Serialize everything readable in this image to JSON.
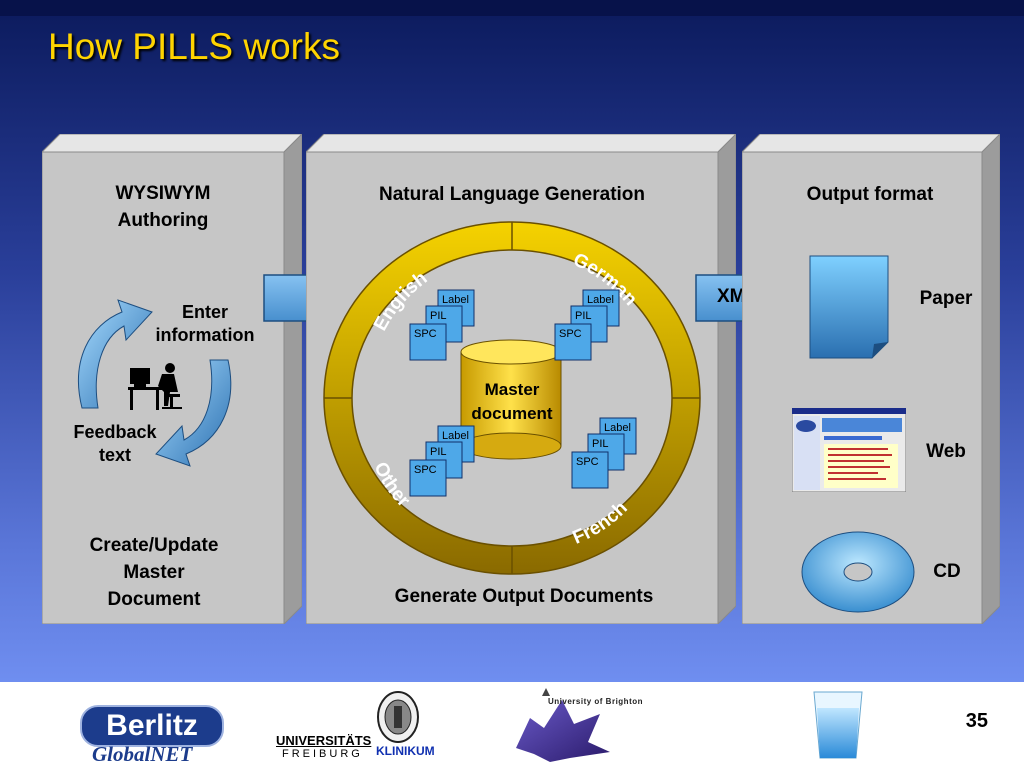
{
  "slide": {
    "title": "How PILLS works",
    "page_number": "35"
  },
  "left_panel": {
    "heading_line1": "WYSIWYM",
    "heading_line2": "Authoring",
    "enter_line1": "Enter",
    "enter_line2": "information",
    "feedback_line1": "Feedback",
    "feedback_line2": "text",
    "footer_line1": "Create/Update",
    "footer_line2": "Master",
    "footer_line3": "Document"
  },
  "middle_panel": {
    "heading": "Natural Language Generation",
    "footer": "Generate Output Documents",
    "center_line1": "Master",
    "center_line2": "document",
    "ring_languages": [
      "English",
      "German",
      "Other",
      "French"
    ],
    "doc_labels": {
      "label": "Label",
      "pil": "PIL",
      "spc": "SPC"
    }
  },
  "arrow_labels": {
    "xml": "XML"
  },
  "right_panel": {
    "heading": "Output format",
    "outputs": [
      "Paper",
      "Web",
      "CD"
    ]
  },
  "footer_logos": {
    "berlitz": "Berlitz",
    "berlitz_sub": "GlobalNET",
    "freiburg_line1": "UNIVERSITÄTS",
    "freiburg_line2": "FREIBURG",
    "freiburg_line3": "KLINIKUM",
    "brighton": "University of Brighton"
  },
  "colors": {
    "title": "#ffd400",
    "ring": "#e8c200",
    "arrow": "#4aa8e0",
    "panel": "#c8c8c8"
  }
}
